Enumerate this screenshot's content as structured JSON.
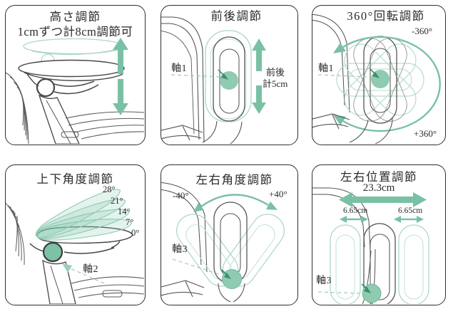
{
  "colors": {
    "accent_green": "#79c1a4",
    "dot_green": "#8fcbb1",
    "ghost_green": "#aed8c6",
    "ink": "#3f3f3f"
  },
  "panels": {
    "height": {
      "title": "高さ調節",
      "subtitle": "1cmずつ計8cm調節可"
    },
    "front_back": {
      "title": "前後調節",
      "axis": "軸1",
      "range_line1": "前後",
      "range_line2": "計5cm"
    },
    "rotation": {
      "title": "360°回転調節",
      "axis": "軸1",
      "ccw": "-360°",
      "cw": "+360°"
    },
    "tilt": {
      "title": "上下角度調節",
      "axis": "軸2",
      "angles": [
        "28°",
        "21°",
        "14°",
        "7°",
        "0°"
      ]
    },
    "swivel": {
      "title": "左右角度調節",
      "axis": "軸3",
      "left": "-40°",
      "right": "+40°"
    },
    "slide": {
      "title": "左右位置調節",
      "axis": "軸3",
      "total": "23.3cm",
      "left_half": "6.65cm",
      "right_half": "6.65cm"
    }
  }
}
